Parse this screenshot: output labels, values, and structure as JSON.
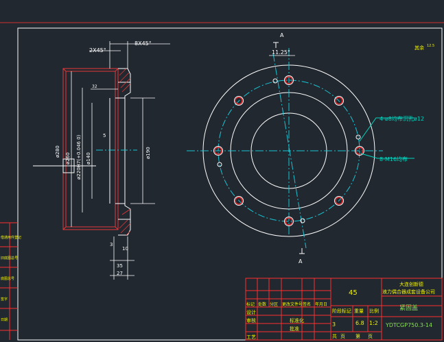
{
  "colors": {
    "background": "#212830",
    "frame": "#ffffff",
    "dimension": "#ffffff",
    "centerline": "#18c6d6",
    "hatch": "#e83838",
    "hole": "#ff2a2a",
    "leader": "#00d6c0",
    "title_text": "#f5f500",
    "title_green": "#8ce05a",
    "table_line": "#ff3030"
  },
  "side_view": {
    "chamfer_right": "8X45°",
    "chamfer_left": "2X45°",
    "dim_32": "32",
    "dim_5": "5",
    "dim_d260": "ø260",
    "dim_d220": "ø220H7(+0.046 0)",
    "dim_d140": "ø140",
    "dim_d190": "ø190",
    "dim_d280": "ø280",
    "dim_3": "3",
    "dim_10": "10",
    "dim_35": "35",
    "dim_27": "27"
  },
  "front_view": {
    "section_label_top": "A",
    "section_label_bottom": "A",
    "angle": "11.25°",
    "roughness": "其余",
    "roughness_value": "12.5",
    "hole_note_1": "4-ø8均布沉孔ø12",
    "hole_note_2": "8-M16均布"
  },
  "title_block": {
    "material": "45",
    "company_line1": "大连创新德",
    "company_line2": "液力偶合器成套设备公司",
    "part_name": "紧固盖",
    "drawing_no": "YDTCGP750.3-14",
    "hdr_stage": "阶段标记",
    "hdr_weight": "重量",
    "hdr_scale": "比例",
    "weight": "6.8",
    "scale": "1:2",
    "stage": "3",
    "sheet_total": "共",
    "sheet_page": "页",
    "sheet_of": "第",
    "sheet_page2": "页",
    "row_labels": [
      "标记",
      "处数",
      "分区",
      "更改文件号",
      "签名",
      "年月日"
    ],
    "left_labels": [
      "设计",
      "审核",
      "工艺"
    ],
    "mid_labels": [
      "标准化",
      "批准"
    ],
    "left_margin_labels": [
      "借通用件登记",
      "旧底图总号",
      "底图总号",
      "签字",
      "日期"
    ]
  }
}
